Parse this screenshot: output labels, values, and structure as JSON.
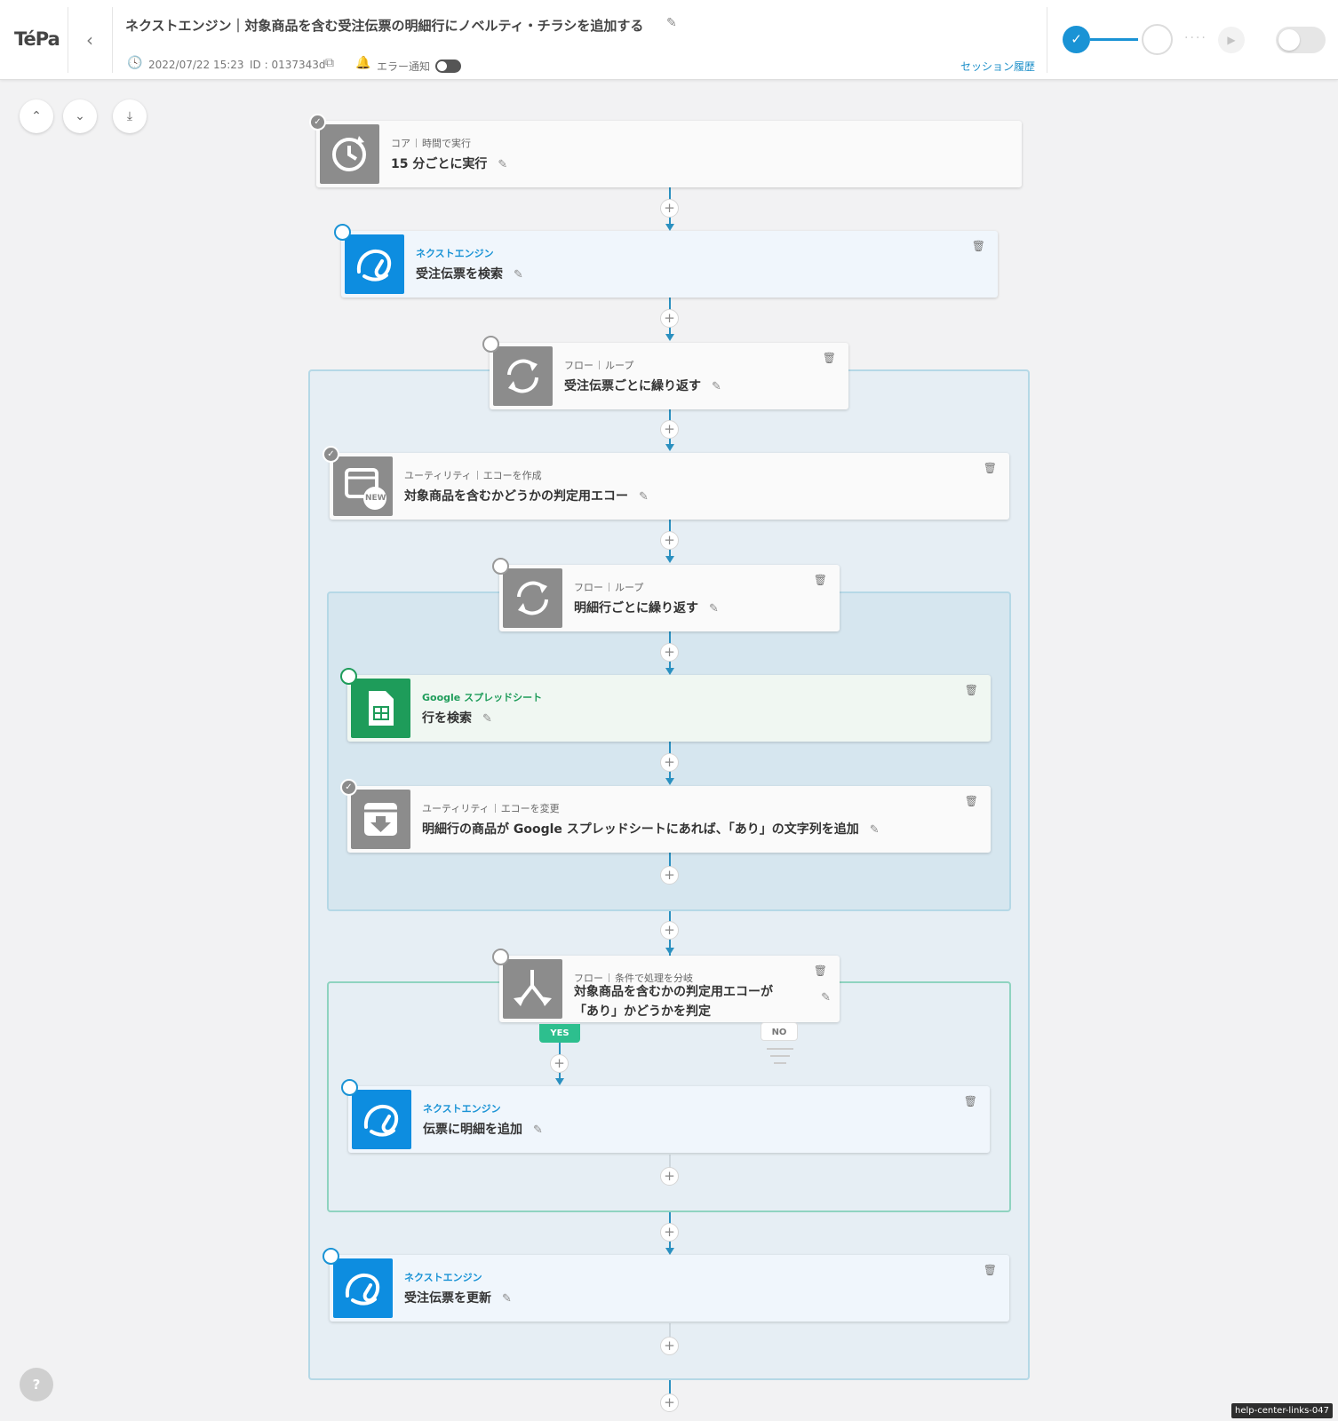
{
  "header": {
    "logo": "TéPa",
    "back_icon": "‹",
    "title": "ネクストエンジン｜対象商品を含む受注伝票の明細行にノベルティ・チラシを追加する",
    "datetime": "2022/07/22 15:23",
    "id_text": "ID : 0137343d",
    "error_notify": "エラー通知",
    "session_history": "セッション履歴",
    "progress_check": "✓",
    "play_icon": "▶"
  },
  "tools": {
    "collapse": "⌃",
    "expand": "⌄",
    "download": "⤓"
  },
  "steps": {
    "s1": {
      "category": "コア",
      "action": "時間で実行",
      "name": "15 分ごとに実行"
    },
    "s2": {
      "service": "ネクストエンジン",
      "name": "受注伝票を検索"
    },
    "s3": {
      "category": "フロー",
      "action": "ループ",
      "name": "受注伝票ごとに繰り返す"
    },
    "s4": {
      "category": "ユーティリティ",
      "action": "エコーを作成",
      "name": "対象商品を含むかどうかの判定用エコー",
      "icon_text": "NEW"
    },
    "s5": {
      "category": "フロー",
      "action": "ループ",
      "name": "明細行ごとに繰り返す"
    },
    "s6": {
      "service": "Google スプレッドシート",
      "name": "行を検索"
    },
    "s7": {
      "category": "ユーティリティ",
      "action": "エコーを変更",
      "name": "明細行の商品が Google スプレッドシートにあれば、「あり」の文字列を追加"
    },
    "s8": {
      "category": "フロー",
      "action": "条件で処理を分岐",
      "name_line1": "対象商品を含むかの判定用エコーが",
      "name_line2": "「あり」かどうかを判定"
    },
    "s9": {
      "service": "ネクストエンジン",
      "name": "伝票に明細を追加"
    },
    "s10": {
      "service": "ネクストエンジン",
      "name": "受注伝票を更新"
    }
  },
  "branch": {
    "yes": "YES",
    "no": "NO"
  },
  "help": "?",
  "badge": "help-center-links-047",
  "colors": {
    "accent": "#1a93d5",
    "green": "#1e9c5a",
    "yes": "#2dbf8e",
    "gray": "#8c8c8c"
  }
}
